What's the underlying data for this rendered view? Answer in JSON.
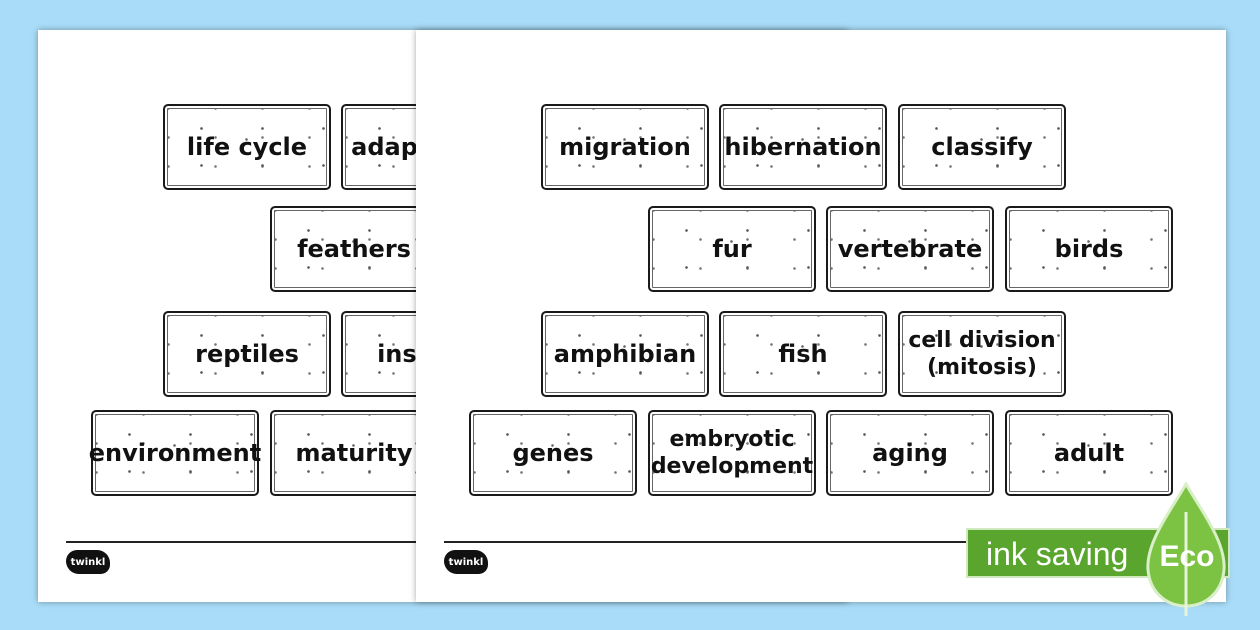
{
  "back_sheet": {
    "cards": [
      {
        "text": "life cycle"
      },
      {
        "text": "adaptation"
      },
      {
        "text": "feathers"
      },
      {
        "text": "reptiles"
      },
      {
        "text": "insects"
      },
      {
        "text": "environment"
      },
      {
        "text": "maturity"
      }
    ],
    "logo": "twinkl"
  },
  "front_sheet": {
    "cards": [
      {
        "text": "migration"
      },
      {
        "text": "hibernation"
      },
      {
        "text": "classify"
      },
      {
        "text": "fur"
      },
      {
        "text": "vertebrate"
      },
      {
        "text": "birds"
      },
      {
        "text": "amphibian"
      },
      {
        "text": "fish"
      },
      {
        "text": "cell division\n(mitosis)"
      },
      {
        "text": "genes"
      },
      {
        "text": "embryotic\ndevelopment"
      },
      {
        "text": "aging"
      },
      {
        "text": "adult"
      }
    ],
    "logo": "twinkl"
  },
  "badge": {
    "text": "ink saving",
    "label": "Eco",
    "bar_color": "#5aa52e",
    "leaf_color": "#7cc243"
  },
  "colors": {
    "background": "#a9dcf8",
    "sheet": "#ffffff"
  }
}
